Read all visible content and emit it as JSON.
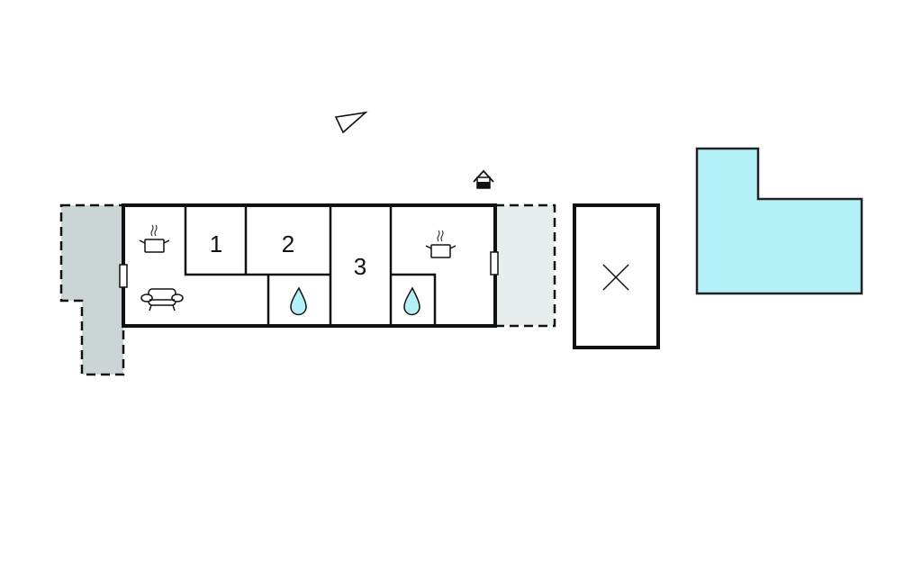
{
  "floorplan": {
    "rooms": [
      {
        "label": "1"
      },
      {
        "label": "2"
      },
      {
        "label": "3"
      }
    ],
    "icons": [
      "compass-icon",
      "entrance-house-icon",
      "kitchen-pot-icon",
      "sofa-icon",
      "water-drop-icon",
      "garage-x-icon"
    ],
    "colors": {
      "terrace_dark": "#ccd5d6",
      "terrace_light": "#e8eded",
      "pool": "#b3f0f8",
      "wall": "#111111"
    }
  }
}
